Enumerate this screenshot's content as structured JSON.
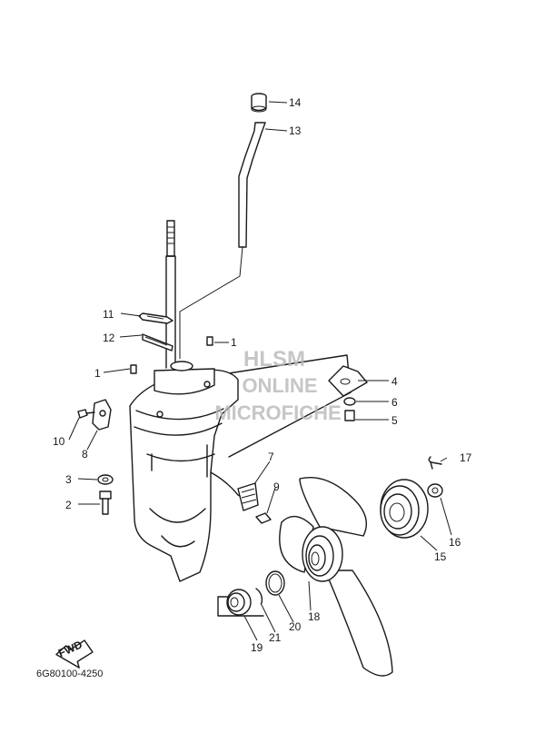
{
  "watermark": {
    "line1": "HLSM",
    "line2": "ONLINE",
    "line3": "MICROFICHE"
  },
  "fwd_label": "FWD",
  "doc_number": "6G80100-4250",
  "callouts": {
    "c1a": "1",
    "c1b": "1",
    "c2": "2",
    "c3": "3",
    "c4": "4",
    "c5": "5",
    "c6": "6",
    "c7": "7",
    "c8": "8",
    "c9": "9",
    "c10": "10",
    "c11": "11",
    "c12": "12",
    "c13": "13",
    "c14": "14",
    "c15": "15",
    "c16": "16",
    "c17": "17",
    "c18": "18",
    "c19": "19",
    "c20": "20",
    "c21": "21"
  }
}
